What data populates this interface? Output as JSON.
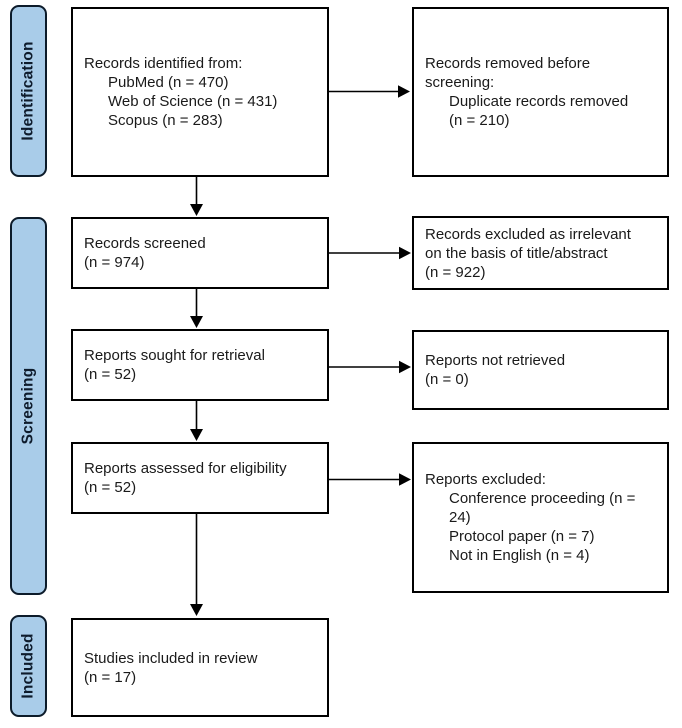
{
  "colors": {
    "sidebar_fill": "#A9CCE9",
    "sidebar_border": "#0C1B2A",
    "box_border": "#000000",
    "text_color": "#1A1A1A",
    "background": "#FFFFFF"
  },
  "stages": [
    {
      "label": "Identification"
    },
    {
      "label": "Screening"
    },
    {
      "label": "Included"
    }
  ],
  "boxes": {
    "identified": {
      "lines": [
        "Records identified from:",
        "PubMed (n = 470)",
        "Web of Science (n = 431)",
        "Scopus (n = 283)"
      ]
    },
    "removed": {
      "lines": [
        "Records removed before",
        "screening:",
        "Duplicate records removed",
        "(n = 210)"
      ]
    },
    "screened": {
      "lines": [
        "Records screened",
        "(n = 974)"
      ]
    },
    "excluded_screening": {
      "lines": [
        "Records excluded as irrelevant",
        "on the basis of title/abstract",
        "(n = 922)"
      ]
    },
    "sought": {
      "lines": [
        "Reports sought for retrieval",
        "(n = 52)"
      ]
    },
    "not_retrieved": {
      "lines": [
        "Reports not retrieved",
        "(n = 0)"
      ]
    },
    "assessed": {
      "lines": [
        "Reports assessed for eligibility",
        "(n = 52)"
      ]
    },
    "excluded_eligibility": {
      "lines": [
        "Reports excluded:",
        "Conference proceeding (n =",
        "24)",
        "Protocol paper (n = 7)",
        "Not in English (n = 4)"
      ]
    },
    "included": {
      "lines": [
        "Studies included in review",
        "(n = 17)"
      ]
    }
  }
}
